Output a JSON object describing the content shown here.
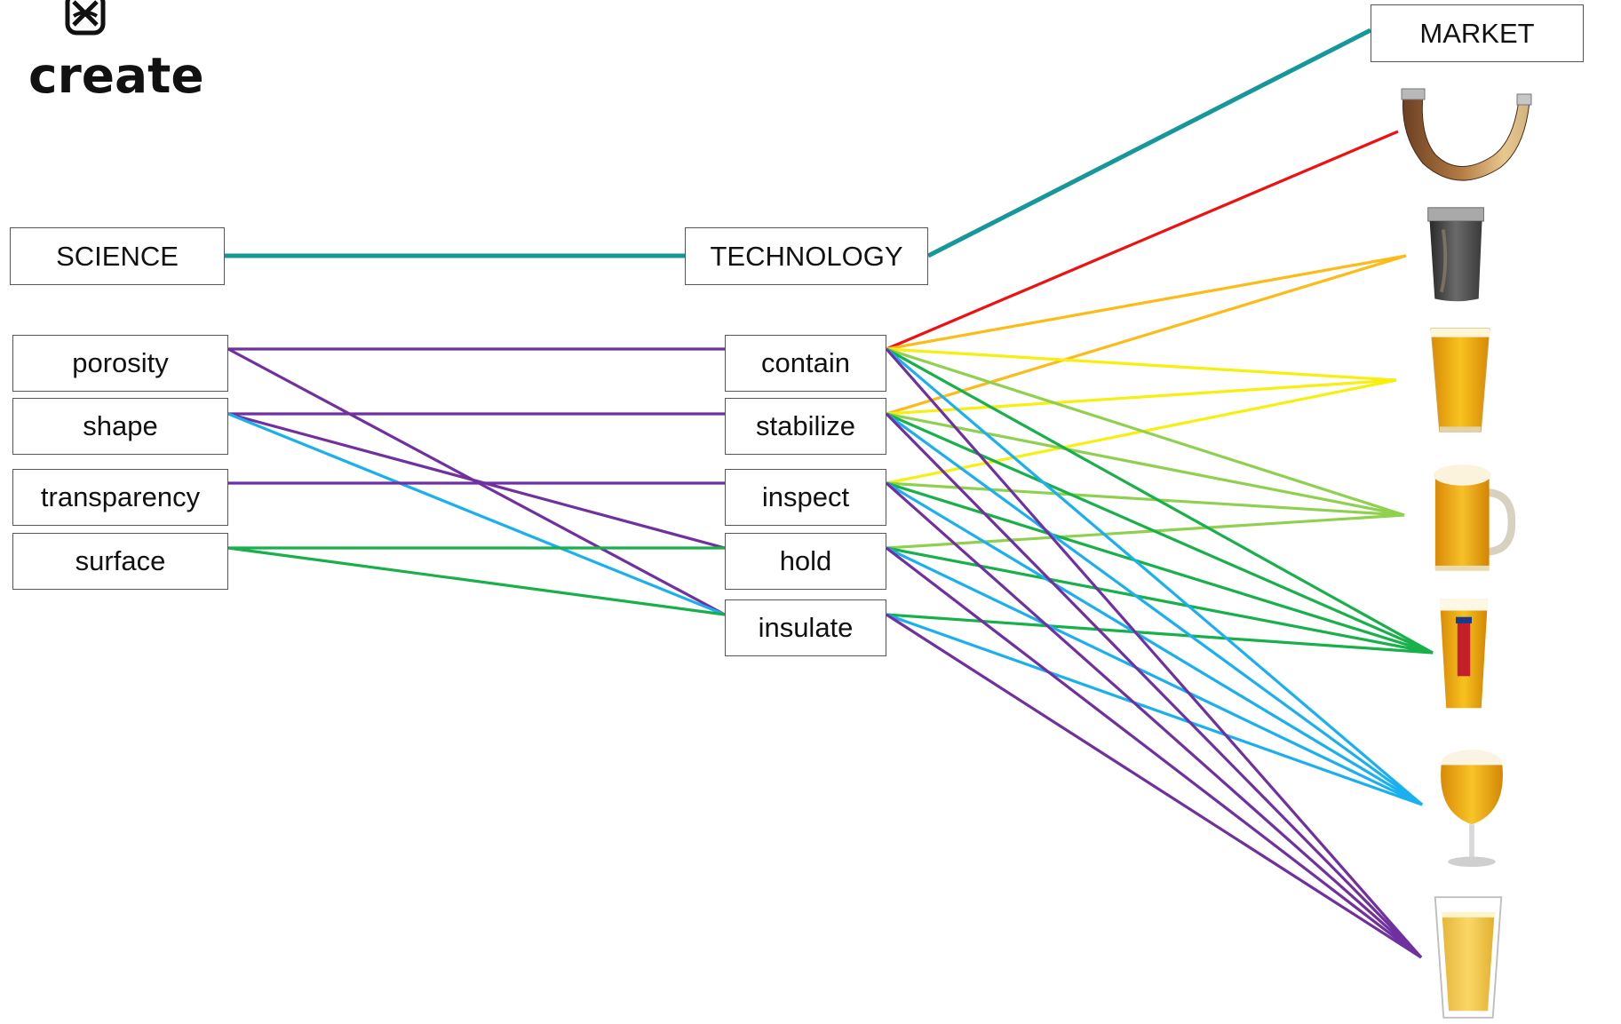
{
  "logo": {
    "word": "create",
    "icon": "scale-logo-icon"
  },
  "headers": {
    "science": "SCIENCE",
    "technology": "TECHNOLOGY",
    "market": "MARKET"
  },
  "science_items": [
    "porosity",
    "shape",
    "transparency",
    "surface"
  ],
  "technology_items": [
    "contain",
    "stabilize",
    "inspect",
    "hold",
    "insulate"
  ],
  "products": [
    "drinking-horn",
    "horn-cup",
    "pint-glass",
    "beer-mug",
    "jupiler-glass",
    "tulip-glass",
    "double-wall-glass"
  ],
  "colors": {
    "teal": "#16989a",
    "purple": "#7030a0",
    "sky": "#1ab0ef",
    "green": "#18b04a",
    "red": "#f01010",
    "orange": "#fdbb17",
    "yellow": "#f7ef0e",
    "lime": "#8fd14f"
  },
  "connections": {
    "header": [
      [
        "science",
        "technology"
      ],
      [
        "technology",
        "market"
      ]
    ],
    "science_to_technology": [
      {
        "from": "porosity",
        "to": "contain",
        "color": "purple"
      },
      {
        "from": "porosity",
        "to": "insulate",
        "color": "purple"
      },
      {
        "from": "shape",
        "to": "stabilize",
        "color": "purple"
      },
      {
        "from": "shape",
        "to": "hold",
        "color": "purple"
      },
      {
        "from": "shape",
        "to": "insulate",
        "color": "sky"
      },
      {
        "from": "transparency",
        "to": "inspect",
        "color": "purple"
      },
      {
        "from": "surface",
        "to": "hold",
        "color": "green"
      },
      {
        "from": "surface",
        "to": "insulate",
        "color": "green"
      }
    ],
    "technology_to_product": [
      {
        "from": "contain",
        "to": "drinking-horn",
        "color": "red"
      },
      {
        "from": "stabilize",
        "to": "horn-cup",
        "color": "orange"
      },
      {
        "from": "contain",
        "to": "horn-cup",
        "color": "orange"
      },
      {
        "from": "contain",
        "to": "pint-glass",
        "color": "yellow"
      },
      {
        "from": "stabilize",
        "to": "pint-glass",
        "color": "yellow"
      },
      {
        "from": "inspect",
        "to": "pint-glass",
        "color": "yellow"
      },
      {
        "from": "contain",
        "to": "beer-mug",
        "color": "lime"
      },
      {
        "from": "stabilize",
        "to": "beer-mug",
        "color": "lime"
      },
      {
        "from": "inspect",
        "to": "beer-mug",
        "color": "lime"
      },
      {
        "from": "hold",
        "to": "beer-mug",
        "color": "lime"
      },
      {
        "from": "contain",
        "to": "jupiler-glass",
        "color": "green"
      },
      {
        "from": "stabilize",
        "to": "jupiler-glass",
        "color": "green"
      },
      {
        "from": "inspect",
        "to": "jupiler-glass",
        "color": "green"
      },
      {
        "from": "hold",
        "to": "jupiler-glass",
        "color": "green"
      },
      {
        "from": "insulate",
        "to": "jupiler-glass",
        "color": "green"
      },
      {
        "from": "contain",
        "to": "tulip-glass",
        "color": "sky"
      },
      {
        "from": "stabilize",
        "to": "tulip-glass",
        "color": "sky"
      },
      {
        "from": "inspect",
        "to": "tulip-glass",
        "color": "sky"
      },
      {
        "from": "hold",
        "to": "tulip-glass",
        "color": "sky"
      },
      {
        "from": "insulate",
        "to": "tulip-glass",
        "color": "sky"
      },
      {
        "from": "contain",
        "to": "double-wall-glass",
        "color": "purple"
      },
      {
        "from": "stabilize",
        "to": "double-wall-glass",
        "color": "purple"
      },
      {
        "from": "inspect",
        "to": "double-wall-glass",
        "color": "purple"
      },
      {
        "from": "hold",
        "to": "double-wall-glass",
        "color": "purple"
      },
      {
        "from": "insulate",
        "to": "double-wall-glass",
        "color": "purple"
      }
    ]
  }
}
